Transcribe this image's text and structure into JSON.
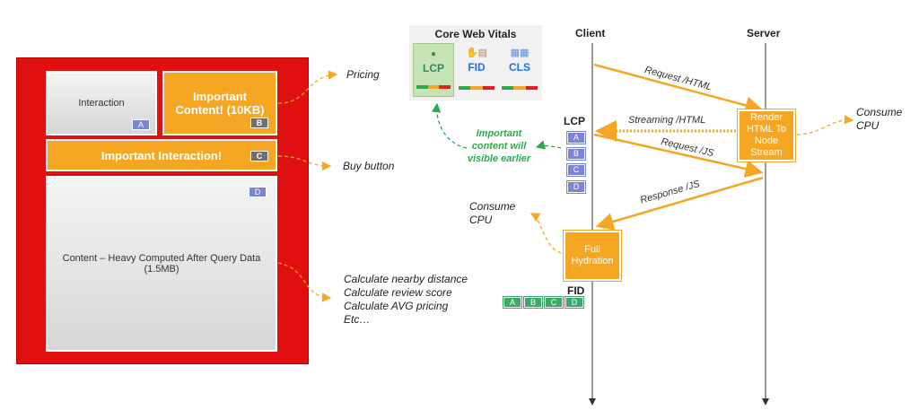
{
  "page_mock": {
    "interaction": "Interaction",
    "important_content": "Important Content! (10KB)",
    "important_interaction": "Important Interaction!",
    "heavy_content": "Content – Heavy Computed After Query Data (1.5MB)",
    "tags": {
      "a": "A",
      "b": "B",
      "c": "C",
      "d": "D"
    }
  },
  "callouts": {
    "pricing": "Pricing",
    "buy_button": "Buy button",
    "calc_lines": [
      "Calculate nearby distance",
      "Calculate review score",
      "Calculate AVG pricing",
      "Etc…"
    ],
    "important_visible": "Important content will visible earlier"
  },
  "core_web_vitals": {
    "title": "Core Web Vitals",
    "metrics": [
      "LCP",
      "FID",
      "CLS"
    ]
  },
  "sequence": {
    "client": "Client",
    "server": "Server",
    "request_html": "Request /HTML",
    "streaming_html": "Streaming /HTML",
    "request_js": "Request /JS",
    "response_js": "Response /JS",
    "render_box": "Render HTML To Node Stream",
    "hydration_box": "Full Hydration",
    "consume_cpu_server": "Consume CPU",
    "consume_cpu_client": "Consume CPU",
    "lcp": "LCP",
    "fid": "FID",
    "lcp_tags": [
      "A",
      "B",
      "C",
      "D"
    ],
    "fid_tags": [
      "A",
      "B",
      "C",
      "D"
    ]
  },
  "colors": {
    "page_red": "#e01010",
    "accent_orange": "#f5a623",
    "tag_blue": "#7b85d6",
    "tag_green": "#3fa86a",
    "note_green": "#2ea84a"
  }
}
